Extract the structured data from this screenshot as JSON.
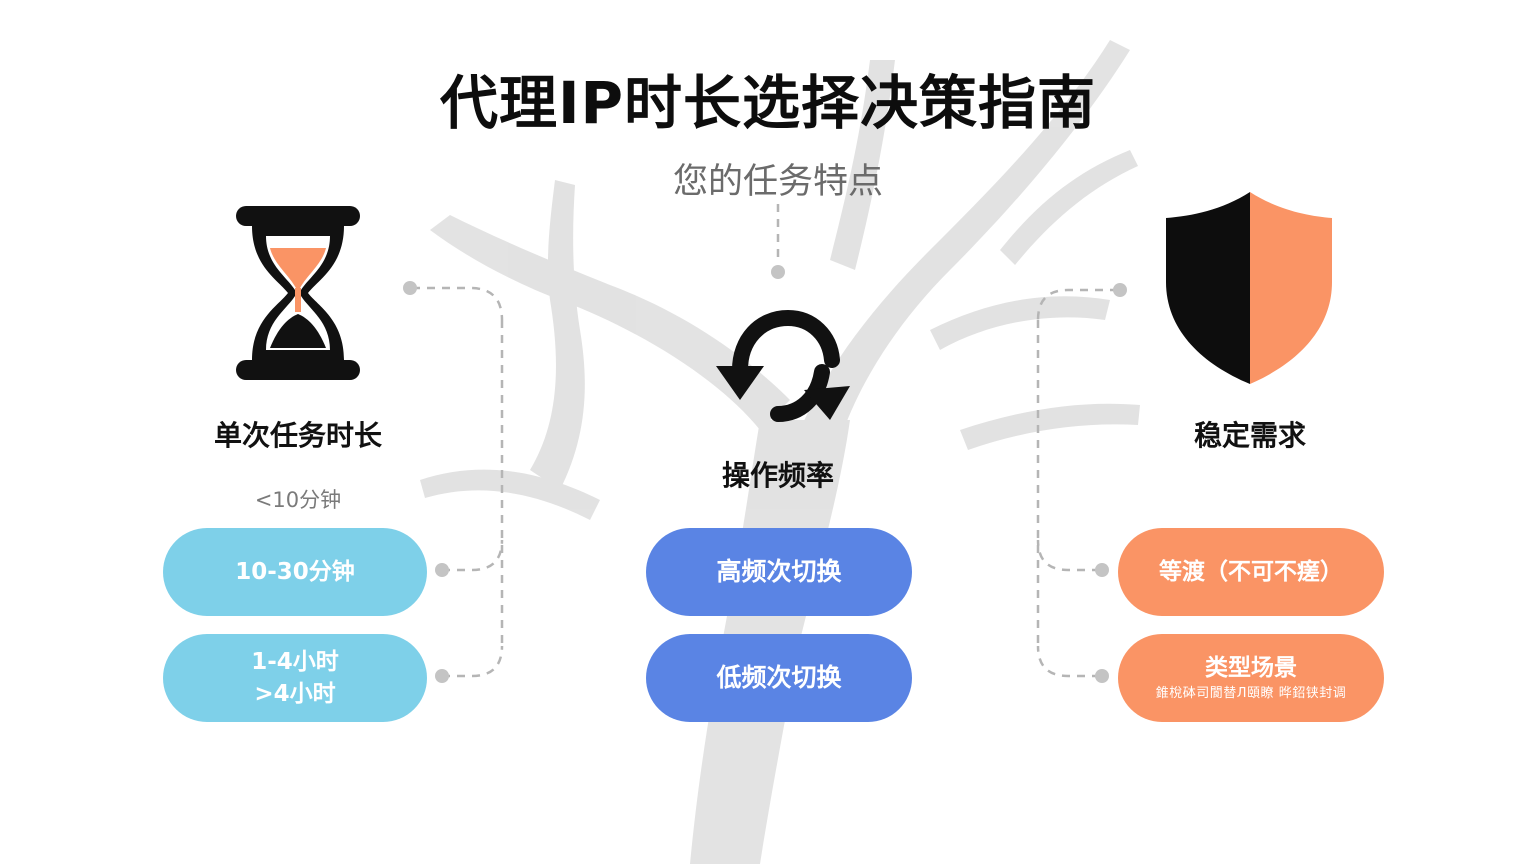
{
  "title": "代理IP时长选择决策指南",
  "subtitle": "您的任务特点",
  "columns": {
    "duration": {
      "heading": "单次任务时长",
      "note": "<10分钟",
      "options": [
        {
          "lines": [
            "10-30分钟"
          ]
        },
        {
          "lines": [
            "1-4小时",
            ">4小时"
          ]
        }
      ]
    },
    "frequency": {
      "heading": "操作频率",
      "options": [
        {
          "lines": [
            "高频次切换"
          ]
        },
        {
          "lines": [
            "低频次切换"
          ]
        }
      ]
    },
    "stability": {
      "heading": "稳定需求",
      "options": [
        {
          "lines": [
            "等渡（不可不瘥）"
          ]
        },
        {
          "lines": [
            "类型场景"
          ],
          "small": "錐梲砵司閬替Л頤瞭 晔鉊铗封调"
        }
      ]
    }
  },
  "icons": {
    "duration": "hourglass-icon",
    "frequency": "refresh-cycle-icon",
    "stability": "shield-icon"
  },
  "colors": {
    "accent_orange": "#fa9465",
    "pill_light_blue": "#7ed0e9",
    "pill_royal_blue": "#5a84e4",
    "icon_black": "#111111",
    "connector_gray": "#b5b5b5",
    "tree_gray": "#d9d9d9"
  }
}
